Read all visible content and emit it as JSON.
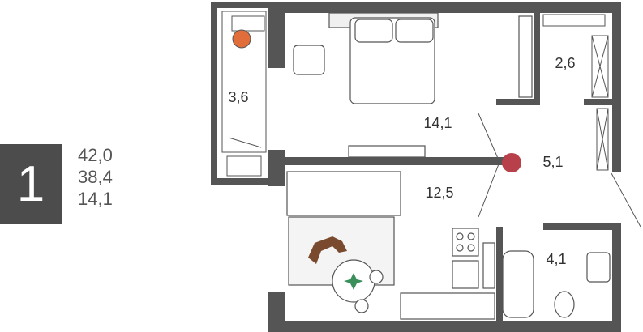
{
  "summary": {
    "rooms": "1",
    "total_area": "42,0",
    "living_area": "38,4",
    "room_area": "14,1"
  },
  "rooms": {
    "balcony": "3,6",
    "bedroom": "14,1",
    "wardrobe": "2,6",
    "hall": "5,1",
    "kitchen": "12,5",
    "bathroom": "4,1"
  },
  "colors": {
    "wall": "#555555",
    "text": "#333333",
    "accent": "#b7404a",
    "lamp": "#e06d3a",
    "dog": "#7a4a2e",
    "plant": "#3b8f5a"
  }
}
